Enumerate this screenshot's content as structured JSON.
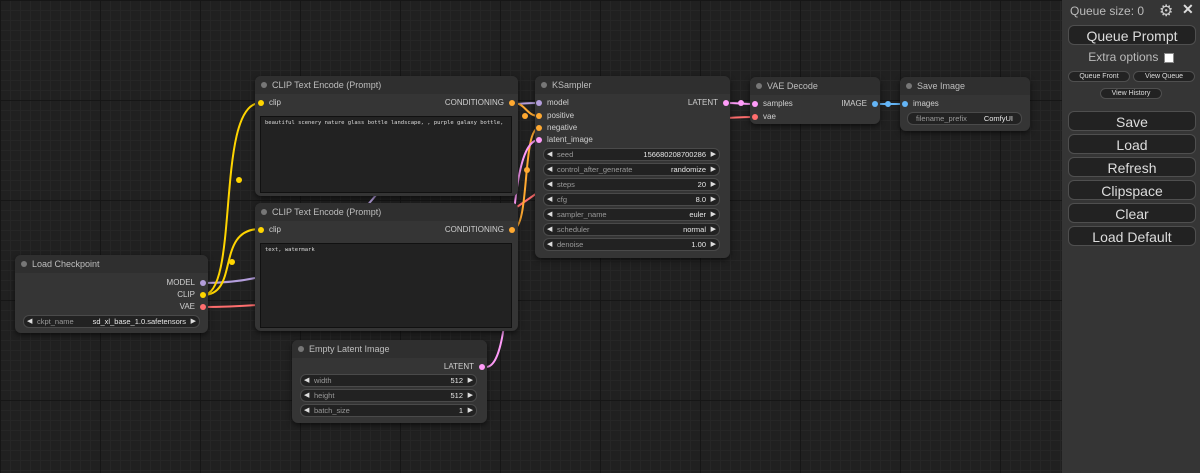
{
  "nodes": {
    "load_checkpoint": {
      "title": "Load Checkpoint",
      "outputs": [
        "MODEL",
        "CLIP",
        "VAE"
      ],
      "widget": {
        "name": "ckpt_name",
        "value": "sd_xl_base_1.0.safetensors"
      }
    },
    "clip_pos": {
      "title": "CLIP Text Encode (Prompt)",
      "input": "clip",
      "output": "CONDITIONING",
      "text": "beautiful scenery nature glass bottle landscape, , purple galaxy bottle,"
    },
    "clip_neg": {
      "title": "CLIP Text Encode (Prompt)",
      "input": "clip",
      "output": "CONDITIONING",
      "text": "text, watermark"
    },
    "empty_latent": {
      "title": "Empty Latent Image",
      "output": "LATENT",
      "widgets": [
        {
          "name": "width",
          "value": "512"
        },
        {
          "name": "height",
          "value": "512"
        },
        {
          "name": "batch_size",
          "value": "1"
        }
      ]
    },
    "ksampler": {
      "title": "KSampler",
      "inputs": [
        "model",
        "positive",
        "negative",
        "latent_image"
      ],
      "output": "LATENT",
      "widgets": [
        {
          "name": "seed",
          "value": "156680208700286"
        },
        {
          "name": "control_after_generate",
          "value": "randomize"
        },
        {
          "name": "steps",
          "value": "20"
        },
        {
          "name": "cfg",
          "value": "8.0"
        },
        {
          "name": "sampler_name",
          "value": "euler"
        },
        {
          "name": "scheduler",
          "value": "normal"
        },
        {
          "name": "denoise",
          "value": "1.00"
        }
      ]
    },
    "vae_decode": {
      "title": "VAE Decode",
      "inputs": [
        "samples",
        "vae"
      ],
      "output": "IMAGE"
    },
    "save_image": {
      "title": "Save Image",
      "input": "images",
      "widget": {
        "name": "filename_prefix",
        "value": "ComfyUI"
      }
    }
  },
  "panel": {
    "queue_size": "Queue size: 0",
    "queue_prompt": "Queue Prompt",
    "extra_options": "Extra options",
    "queue_front": "Queue Front",
    "view_queue": "View Queue",
    "view_history": "View History",
    "buttons": [
      "Save",
      "Load",
      "Refresh",
      "Clipspace",
      "Clear",
      "Load Default"
    ],
    "close_glyph": "✕",
    "gear_glyph": "⚙"
  },
  "colors": {
    "model": "#b39ddb",
    "clip": "#ffd500",
    "vae": "#ff6e6e",
    "conditioning": "#ffa931",
    "latent": "#ff9cf9",
    "image": "#64b5f6"
  },
  "arrows": {
    "left": "◀",
    "right": "▶"
  }
}
